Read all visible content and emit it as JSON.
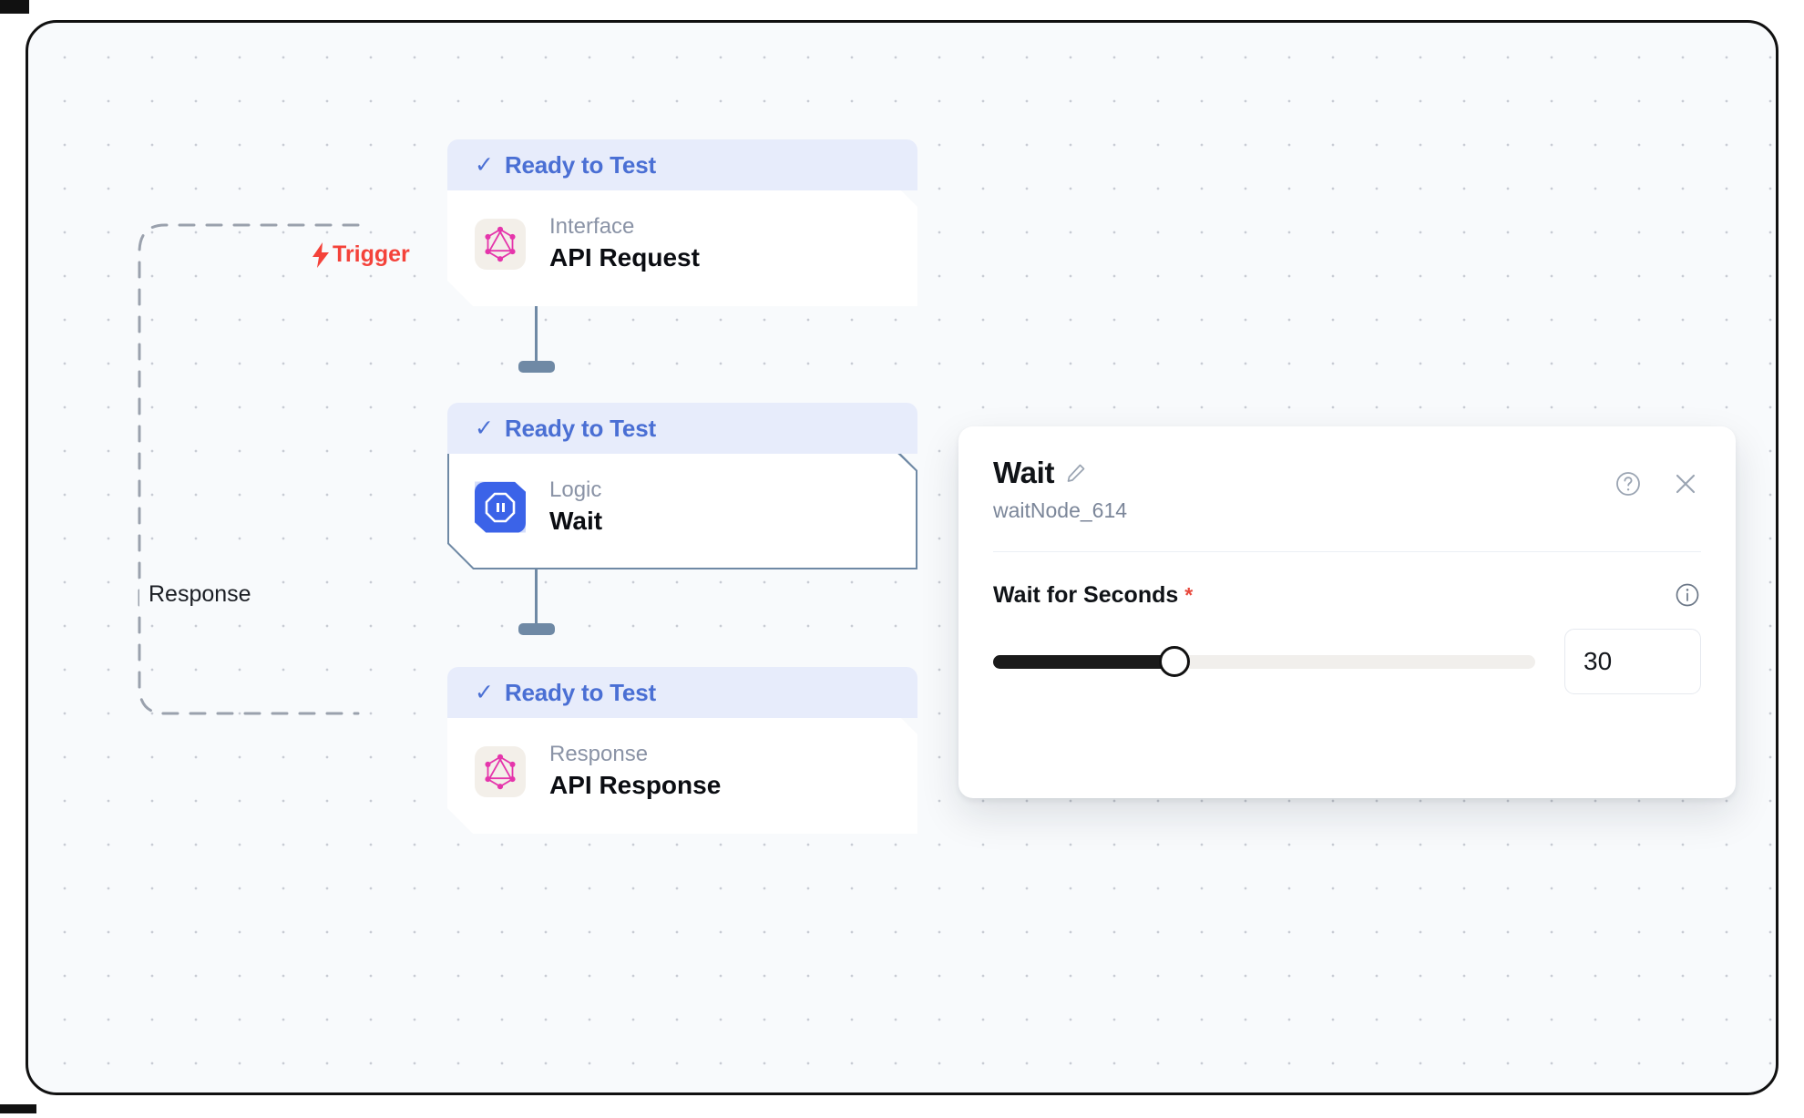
{
  "canvas": {
    "grid": "dot-grid",
    "background_color": "#f8fafc",
    "border_color": "#111111"
  },
  "edges": [
    {
      "label": "Trigger",
      "icon": "lightning-bolt-icon",
      "color": "#f4423a",
      "style": "dashed"
    },
    {
      "label": "Response",
      "color": "#1b1e24",
      "style": "dashed"
    }
  ],
  "nodes": [
    {
      "id": "api-request",
      "status": "Ready to Test",
      "status_icon": "check-icon",
      "kind": "Interface",
      "title": "API Request",
      "icon": "graphql-icon",
      "selected": false
    },
    {
      "id": "wait",
      "status": "Ready to Test",
      "status_icon": "check-icon",
      "kind": "Logic",
      "title": "Wait",
      "icon": "pause-octagon-icon",
      "selected": true
    },
    {
      "id": "api-response",
      "status": "Ready to Test",
      "status_icon": "check-icon",
      "kind": "Response",
      "title": "API Response",
      "icon": "graphql-icon",
      "selected": false
    }
  ],
  "panel": {
    "title": "Wait",
    "edit_icon": "pencil-icon",
    "subtitle": "waitNode_614",
    "help_icon": "question-circle-icon",
    "close_icon": "close-icon",
    "field": {
      "label": "Wait for Seconds",
      "required_marker": "*",
      "info_icon": "info-circle-icon",
      "value": "30",
      "slider_percent": 33.5,
      "slider_fill_color": "#1a1a1a",
      "slider_track_color": "#f1efec"
    }
  }
}
